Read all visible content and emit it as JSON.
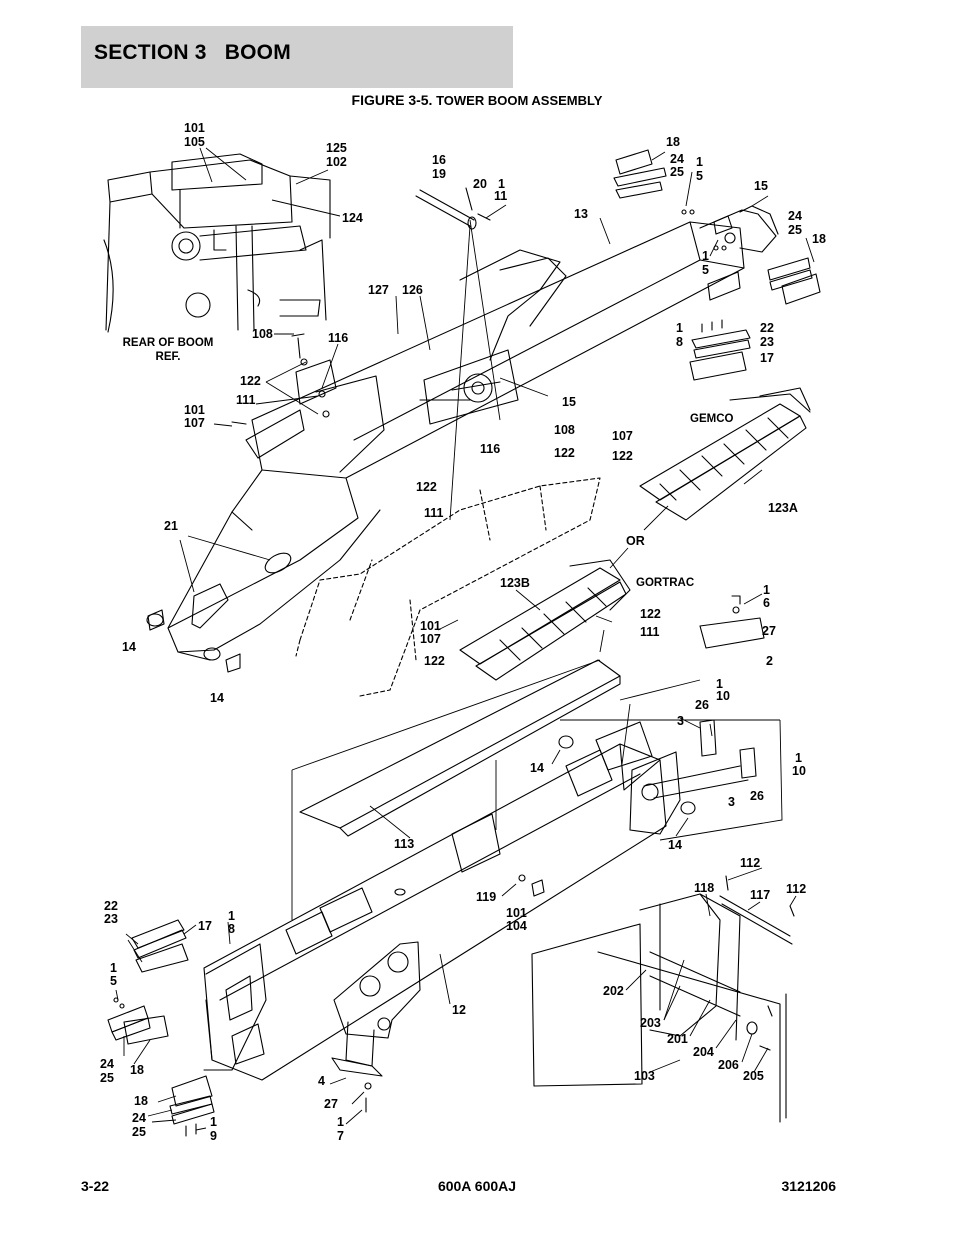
{
  "header": {
    "section_title": "SECTION 3   BOOM",
    "figure_number": "FIGURE 3-5.",
    "figure_title": "TOWER BOOM ASSEMBLY"
  },
  "diagram": {
    "reference_note": [
      "REAR OF BOOM",
      "REF."
    ],
    "callouts": [
      {
        "id": "c101a",
        "text": "101"
      },
      {
        "id": "c105a",
        "text": "105"
      },
      {
        "id": "c125",
        "text": "125"
      },
      {
        "id": "c102",
        "text": "102"
      },
      {
        "id": "c124",
        "text": "124"
      },
      {
        "id": "c16",
        "text": "16"
      },
      {
        "id": "c19",
        "text": "19"
      },
      {
        "id": "c20",
        "text": "20"
      },
      {
        "id": "c1a",
        "text": "1"
      },
      {
        "id": "c11",
        "text": "11"
      },
      {
        "id": "c13",
        "text": "13"
      },
      {
        "id": "c18a",
        "text": "18"
      },
      {
        "id": "c24a",
        "text": "24"
      },
      {
        "id": "c25a",
        "text": "25"
      },
      {
        "id": "c1b",
        "text": "1"
      },
      {
        "id": "c5a",
        "text": "5"
      },
      {
        "id": "c15a",
        "text": "15"
      },
      {
        "id": "c24b",
        "text": "24"
      },
      {
        "id": "c25b",
        "text": "25"
      },
      {
        "id": "c18b",
        "text": "18"
      },
      {
        "id": "c1c",
        "text": "1"
      },
      {
        "id": "c5b",
        "text": "5"
      },
      {
        "id": "c127",
        "text": "127"
      },
      {
        "id": "c126",
        "text": "126"
      },
      {
        "id": "c108a",
        "text": "108"
      },
      {
        "id": "c116a",
        "text": "116"
      },
      {
        "id": "c1d",
        "text": "1"
      },
      {
        "id": "c8a",
        "text": "8"
      },
      {
        "id": "c22a",
        "text": "22"
      },
      {
        "id": "c23a",
        "text": "23"
      },
      {
        "id": "c17a",
        "text": "17"
      },
      {
        "id": "c122a",
        "text": "122"
      },
      {
        "id": "c111a",
        "text": "111"
      },
      {
        "id": "c101b",
        "text": "101"
      },
      {
        "id": "c107a",
        "text": "107"
      },
      {
        "id": "c15b",
        "text": "15"
      },
      {
        "id": "c108b",
        "text": "108"
      },
      {
        "id": "c107b",
        "text": "107"
      },
      {
        "id": "c116b",
        "text": "116"
      },
      {
        "id": "c122b",
        "text": "122"
      },
      {
        "id": "c122c",
        "text": "122"
      },
      {
        "id": "c122d",
        "text": "122"
      },
      {
        "id": "c111b",
        "text": "111"
      },
      {
        "id": "cgemco",
        "text": "GEMCO"
      },
      {
        "id": "c123a",
        "text": "123A"
      },
      {
        "id": "c21",
        "text": "21"
      },
      {
        "id": "cor",
        "text": "OR"
      },
      {
        "id": "cgortrac",
        "text": "GORTRAC"
      },
      {
        "id": "c123b",
        "text": "123B"
      },
      {
        "id": "c1e",
        "text": "1"
      },
      {
        "id": "c6",
        "text": "6"
      },
      {
        "id": "c101c",
        "text": "101"
      },
      {
        "id": "c107c",
        "text": "107"
      },
      {
        "id": "c122e",
        "text": "122"
      },
      {
        "id": "c111c",
        "text": "111"
      },
      {
        "id": "c27a",
        "text": "27"
      },
      {
        "id": "c14a",
        "text": "14"
      },
      {
        "id": "c122f",
        "text": "122"
      },
      {
        "id": "c2",
        "text": "2"
      },
      {
        "id": "c14b",
        "text": "14"
      },
      {
        "id": "c1f",
        "text": "1"
      },
      {
        "id": "c10a",
        "text": "10"
      },
      {
        "id": "c3a",
        "text": "3"
      },
      {
        "id": "c26a",
        "text": "26"
      },
      {
        "id": "c14c",
        "text": "14"
      },
      {
        "id": "c1g",
        "text": "1"
      },
      {
        "id": "c10b",
        "text": "10"
      },
      {
        "id": "c3b",
        "text": "3"
      },
      {
        "id": "c26b",
        "text": "26"
      },
      {
        "id": "c113",
        "text": "113"
      },
      {
        "id": "c14d",
        "text": "14"
      },
      {
        "id": "c112a",
        "text": "112"
      },
      {
        "id": "c118",
        "text": "118"
      },
      {
        "id": "c117",
        "text": "117"
      },
      {
        "id": "c112b",
        "text": "112"
      },
      {
        "id": "c22b",
        "text": "22"
      },
      {
        "id": "c23b",
        "text": "23"
      },
      {
        "id": "c17b",
        "text": "17"
      },
      {
        "id": "c1h",
        "text": "1"
      },
      {
        "id": "c8b",
        "text": "8"
      },
      {
        "id": "c119",
        "text": "119"
      },
      {
        "id": "c101d",
        "text": "101"
      },
      {
        "id": "c104",
        "text": "104"
      },
      {
        "id": "c1i",
        "text": "1"
      },
      {
        "id": "c5c",
        "text": "5"
      },
      {
        "id": "c12",
        "text": "12"
      },
      {
        "id": "c202",
        "text": "202"
      },
      {
        "id": "c203",
        "text": "203"
      },
      {
        "id": "c201",
        "text": "201"
      },
      {
        "id": "c204",
        "text": "204"
      },
      {
        "id": "c206",
        "text": "206"
      },
      {
        "id": "c205",
        "text": "205"
      },
      {
        "id": "c103",
        "text": "103"
      },
      {
        "id": "c24c",
        "text": "24"
      },
      {
        "id": "c25c",
        "text": "25"
      },
      {
        "id": "c18c",
        "text": "18"
      },
      {
        "id": "c4",
        "text": "4"
      },
      {
        "id": "c18d",
        "text": "18"
      },
      {
        "id": "c27b",
        "text": "27"
      },
      {
        "id": "c1j",
        "text": "1"
      },
      {
        "id": "c7",
        "text": "7"
      },
      {
        "id": "c24d",
        "text": "24"
      },
      {
        "id": "c25d",
        "text": "25"
      },
      {
        "id": "c1k",
        "text": "1"
      },
      {
        "id": "c9",
        "text": "9"
      }
    ]
  },
  "footer": {
    "page_number": "3-22",
    "model": "600A 600AJ",
    "doc_number": "3121206"
  }
}
